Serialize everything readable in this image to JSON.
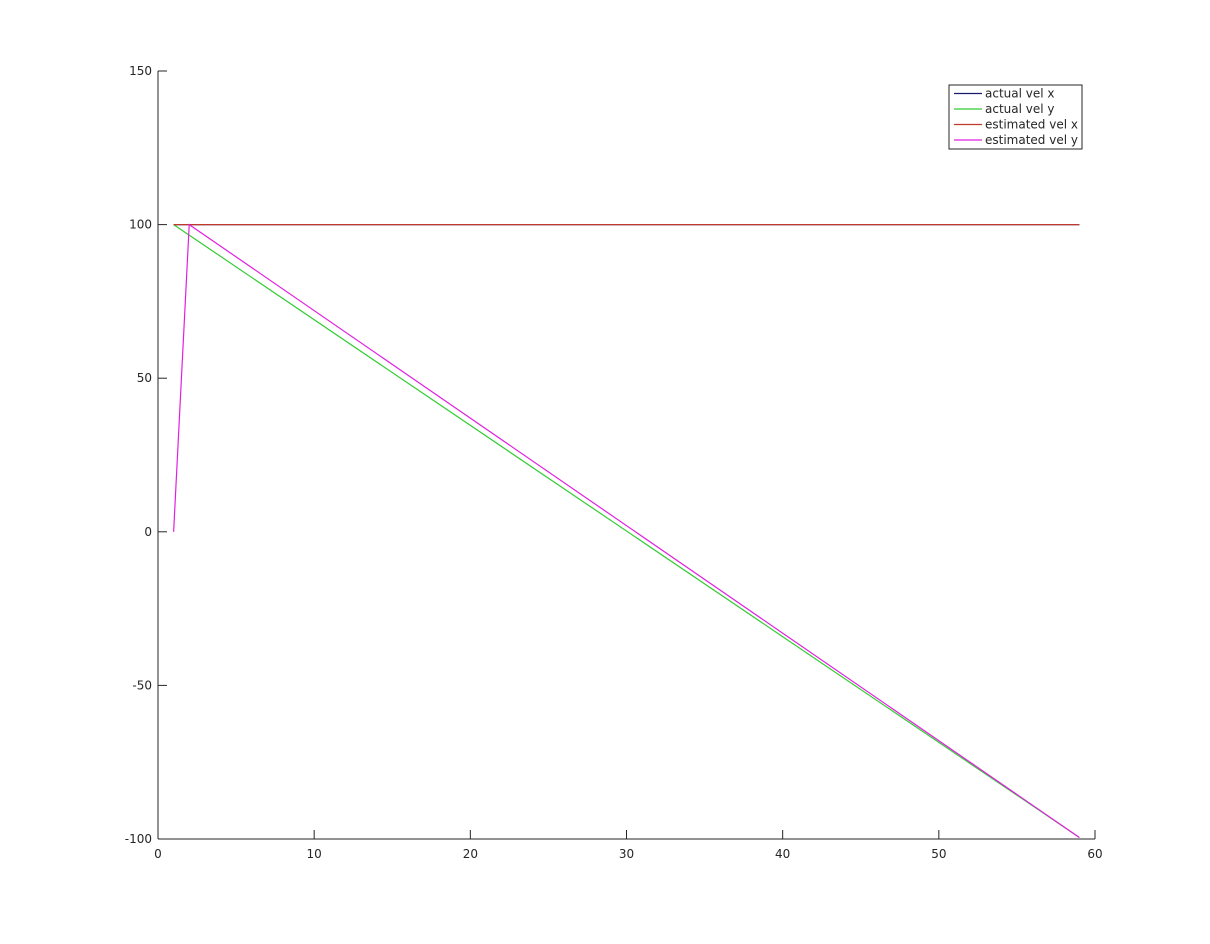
{
  "chart_data": {
    "type": "line",
    "title": "",
    "xlabel": "",
    "ylabel": "",
    "xlim": [
      0,
      60
    ],
    "ylim": [
      -100,
      150
    ],
    "xticks": [
      0,
      10,
      20,
      30,
      40,
      50,
      60
    ],
    "yticks": [
      -100,
      -50,
      0,
      50,
      100,
      150
    ],
    "grid": false,
    "legend_position": "top-right",
    "series": [
      {
        "name": "actual vel x",
        "color": "#1a1a6e",
        "x": [
          1,
          59
        ],
        "y": [
          100,
          100
        ]
      },
      {
        "name": "actual vel y",
        "color": "#33cc33",
        "x": [
          1,
          59
        ],
        "y": [
          100,
          -99.5
        ]
      },
      {
        "name": "estimated vel x",
        "color": "#c0392b",
        "x": [
          1,
          2,
          59
        ],
        "y": [
          100,
          100,
          100
        ]
      },
      {
        "name": "estimated vel y",
        "color": "#e020e0",
        "x": [
          1,
          2,
          59
        ],
        "y": [
          0,
          100,
          -99.5
        ]
      }
    ]
  }
}
